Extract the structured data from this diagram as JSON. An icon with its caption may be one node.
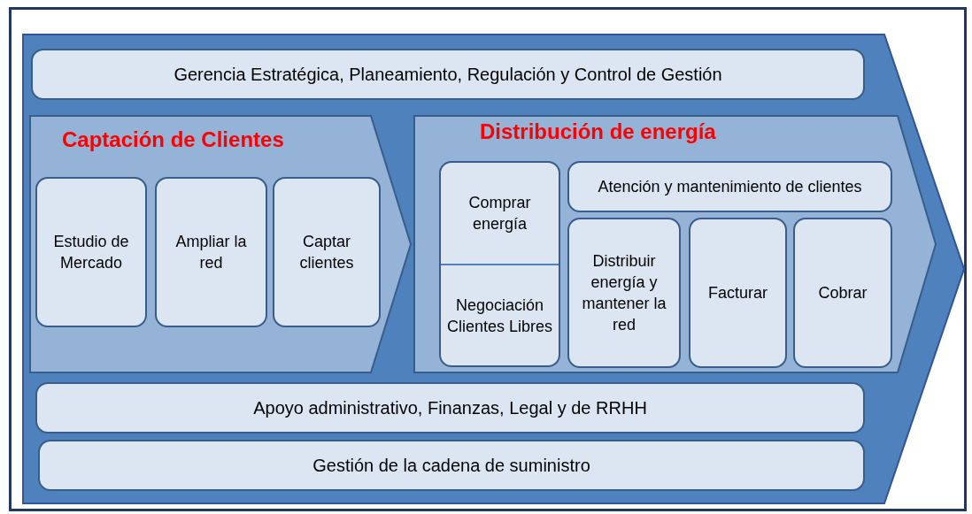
{
  "diagram": {
    "nodes": [
      {
        "text": [],
        "shape": "chevron"
      },
      {
        "text": [
          "Gerencia Estratégica, Planeamiento, Regulación y Control de Gestión"
        ],
        "in": 0
      },
      {
        "text": [
          "Captación de Clientes"
        ],
        "in": 0
      },
      {
        "text": [
          "Estudio de Mercado"
        ],
        "in": 2
      },
      {
        "text": [
          "Ampliar la red"
        ],
        "in": 2
      },
      {
        "text": [
          "Captar clientes"
        ],
        "in": 2
      },
      {
        "text": [
          "Distribución de energía"
        ],
        "in": 0
      },
      {
        "text": [
          "Comprar energía",
          "Negociación Clientes Libres"
        ],
        "in": 6
      },
      {
        "text": [
          "Atención y mantenimiento de clientes"
        ],
        "in": 6
      },
      {
        "text": [
          "Distribuir energía y mantener la red"
        ],
        "in": 6
      },
      {
        "text": [
          "Facturar"
        ],
        "in": 6
      },
      {
        "text": [
          "Cobrar"
        ],
        "in": 6
      },
      {
        "text": [
          "Apoyo administrativo, Finanzas, Legal y de RRHH"
        ],
        "in": 0
      },
      {
        "text": [
          "Gestión de la cadena de suministro"
        ],
        "in": 0
      }
    ],
    "edges": []
  }
}
